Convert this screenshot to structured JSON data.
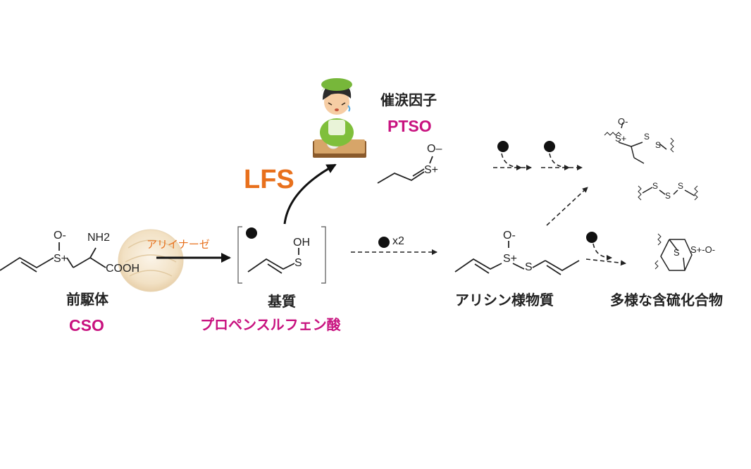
{
  "labels": {
    "precursor": "前駆体",
    "precursor_code": "CSO",
    "enzyme": "アリイナーゼ",
    "substrate": "基質",
    "substrate_name": "プロペンスルフェン酸",
    "lfs": "LFS",
    "lachrymatory": "催涙因子",
    "lachrymatory_code": "PTSO",
    "allicin_like": "アリシン様物質",
    "sulfur_compounds": "多様な含硫化合物",
    "times_two": "x2"
  },
  "atoms": {
    "o_minus": "O-",
    "s_plus": "S+",
    "nh2": "NH2",
    "cooh": "COOH",
    "oh": "OH",
    "s": "S",
    "o_dash": "O–",
    "s_plus_o_minus": "S+-O-"
  },
  "colors": {
    "magenta": "#c8127f",
    "orange": "#e8701c",
    "line": "#222222"
  },
  "icons": [
    "onion-illustration",
    "cook-chopping-onion-illustration",
    "reactant-dot-icon"
  ]
}
